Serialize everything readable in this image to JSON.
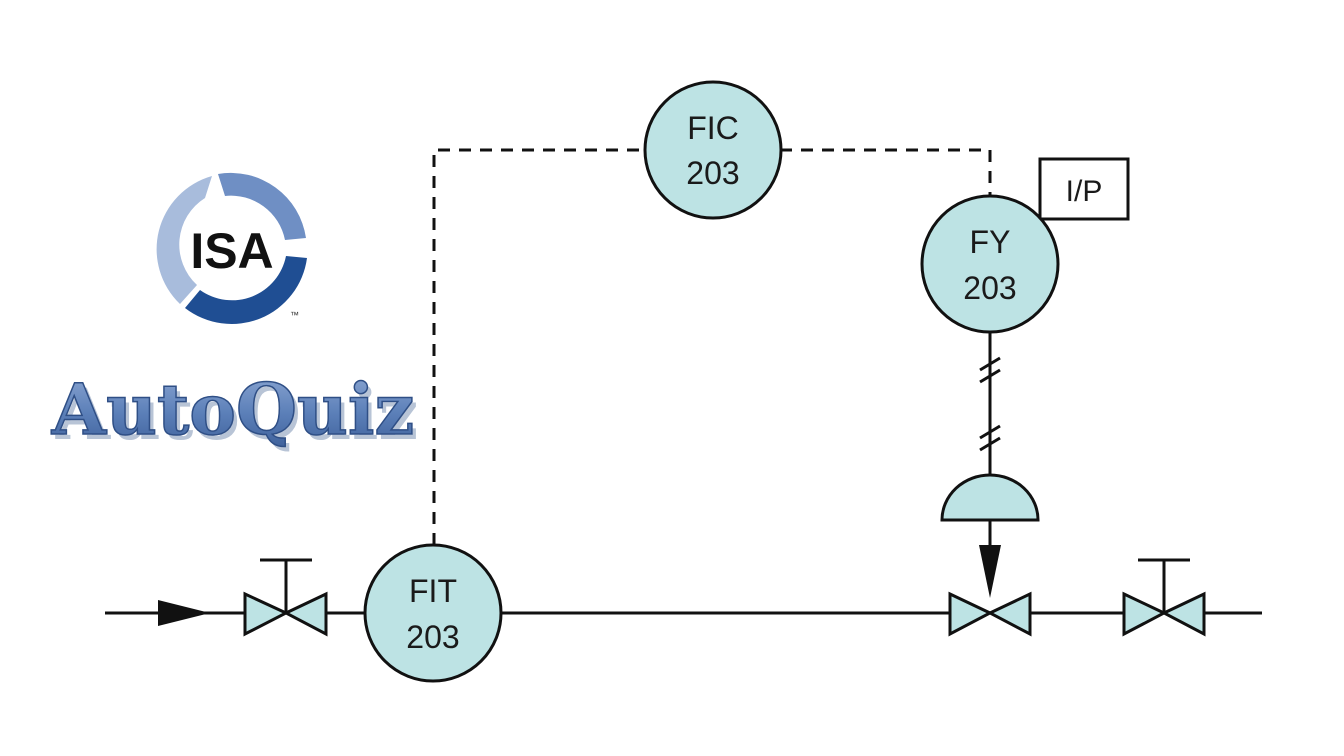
{
  "logo": {
    "brand": "ISA",
    "trademark": "™",
    "product": "AutoQuiz"
  },
  "instruments": {
    "fic": {
      "line1": "FIC",
      "line2": "203"
    },
    "fy": {
      "line1": "FY",
      "line2": "203"
    },
    "fit": {
      "line1": "FIT",
      "line2": "203"
    }
  },
  "converter": {
    "label": "I/P"
  },
  "colors": {
    "symbol_fill": "#bde3e4",
    "line": "#111111",
    "logo_light_blue": "#9fb6d8",
    "logo_dark_blue": "#1f4e93",
    "quiz_blue": "#5b7fb8"
  }
}
